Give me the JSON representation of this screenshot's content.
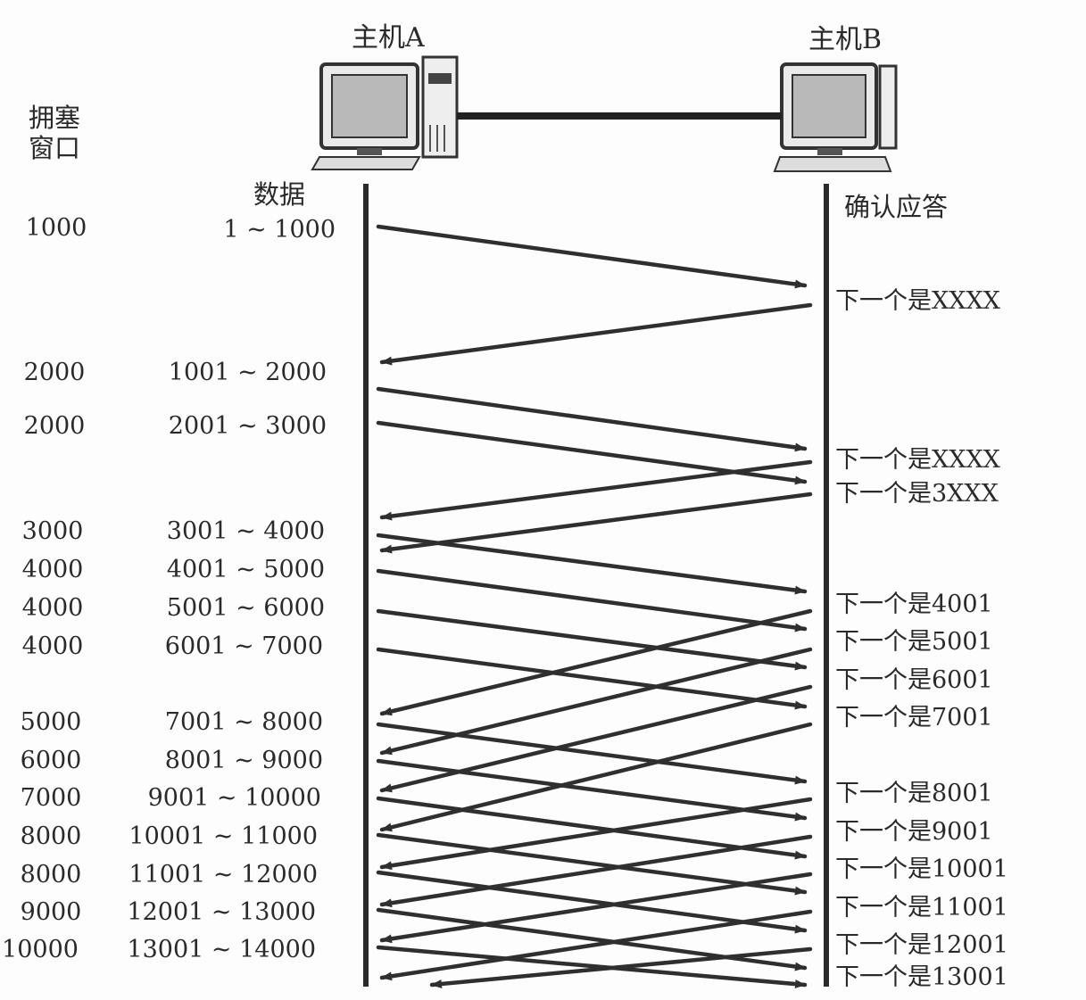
{
  "hosts": {
    "a_label": "主机A",
    "b_label": "主机B"
  },
  "headers": {
    "cwnd_line1": "拥塞",
    "cwnd_line2": "窗口",
    "data": "数据",
    "ack": "确认应答"
  },
  "rows": [
    {
      "cwnd": "1000",
      "data": "1 ~ 1000"
    },
    {
      "cwnd": "2000",
      "data": "1001 ~ 2000"
    },
    {
      "cwnd": "2000",
      "data": "2001 ~ 3000"
    },
    {
      "cwnd": "3000",
      "data": "3001 ~ 4000"
    },
    {
      "cwnd": "4000",
      "data": "4001 ~ 5000"
    },
    {
      "cwnd": "4000",
      "data": "5001 ~ 6000"
    },
    {
      "cwnd": "4000",
      "data": "6001 ~ 7000"
    },
    {
      "cwnd": "5000",
      "data": "7001 ~ 8000"
    },
    {
      "cwnd": "6000",
      "data": "8001 ~ 9000"
    },
    {
      "cwnd": "7000",
      "data": "9001 ~ 10000"
    },
    {
      "cwnd": "8000",
      "data": "10001 ~ 11000"
    },
    {
      "cwnd": "8000",
      "data": "11001 ~ 12000"
    },
    {
      "cwnd": "9000",
      "data": "12001 ~ 13000"
    },
    {
      "cwnd": "10000",
      "data": "13001 ~ 14000"
    }
  ],
  "acks": [
    "下一个是XXXX",
    "下一个是XXXX",
    "下一个是3XXX",
    "下一个是4001",
    "下一个是5001",
    "下一个是6001",
    "下一个是7001",
    "下一个是8001",
    "下一个是9001",
    "下一个是10001",
    "下一个是11001",
    "下一个是12001",
    "下一个是13001"
  ],
  "colors": {
    "ink": "#2f2f2f",
    "background": "#fdfdfd",
    "screen": "#b9b9b9"
  }
}
